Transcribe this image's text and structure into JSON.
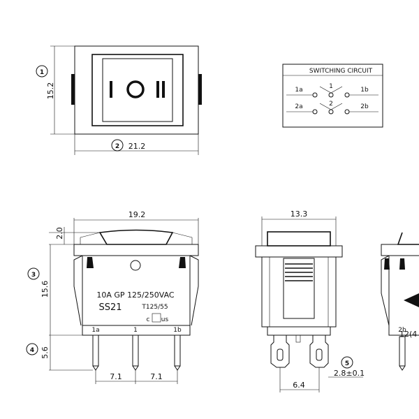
{
  "top_view": {
    "width_dim": "21.2",
    "height_dim": "15.2",
    "marker_1": "1",
    "marker_2": "2",
    "face_symbols": "I O II"
  },
  "switching_circuit": {
    "title": "SWITCHING CIRCUIT",
    "terminals": {
      "t1a": "1a",
      "t1": "1",
      "t1b": "1b",
      "t2a": "2a",
      "t2": "2",
      "t2b": "2b"
    }
  },
  "front_view": {
    "width_dim": "19.2",
    "top_dim": "2.0",
    "body_dim": "15.6",
    "pin_dim": "5.6",
    "pitch_left": "7.1",
    "pitch_right": "7.1",
    "marker_3": "3",
    "marker_4": "4",
    "rating": "10A GP 125/250VAC",
    "model": "SS21",
    "temp": "T125/55",
    "cert_c": "c",
    "cert_us": "us",
    "pin_1a": "1a",
    "pin_1": "1",
    "pin_1b": "1b"
  },
  "side_view": {
    "width_dim": "13.3",
    "pin_offset": "6.4",
    "tab_dim": "2.8±0.1",
    "marker_5": "5"
  },
  "right_view": {
    "pin_2b": "2b",
    "cut_label": "12(4"
  }
}
